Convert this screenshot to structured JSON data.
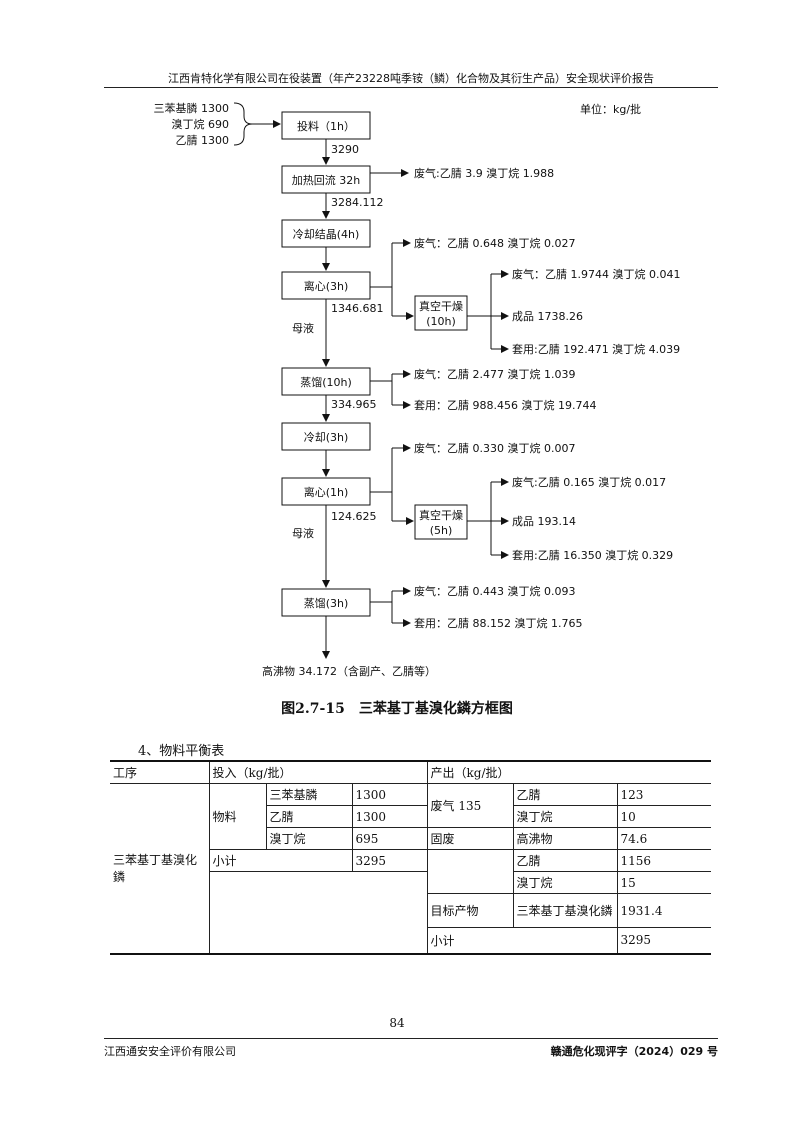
{
  "header": {
    "title": "江西肯特化学有限公司在役装置（年产23228吨季铵（鳞）化合物及其衍生产品）安全现状评价报告"
  },
  "flow": {
    "inputs": [
      "三苯基膦 1300",
      "溴丁烷 690",
      "乙腈 1300"
    ],
    "unit": "单位：kg/批",
    "boxes": {
      "feed": "投料（1h）",
      "reflux": "加热回流 32h",
      "cool1": "冷却结晶(4h)",
      "cent1": "离心(3h)",
      "vac1_l1": "真空干燥",
      "vac1_l2": "(10h)",
      "dist1": "蒸馏(10h)",
      "cool2": "冷却(3h)",
      "cent2": "离心(1h)",
      "vac2_l1": "真空干燥",
      "vac2_l2": "(5h)",
      "dist2": "蒸馏(3h)"
    },
    "flows": {
      "f1": "3290",
      "f2": "3284.112",
      "f3": "1346.681",
      "f4": "334.965",
      "f5": "124.625",
      "mother1": "母液",
      "mother2": "母液"
    },
    "outputs": {
      "reflux_gas": "废气:乙腈 3.9 溴丁烷 1.988",
      "cent1_gas": "废气：乙腈 0.648 溴丁烷 0.027",
      "vac1_gas": "废气：乙腈 1.9744 溴丁烷 0.041",
      "vac1_prod": "成品 1738.26",
      "vac1_reuse": "套用:乙腈 192.471 溴丁烷 4.039",
      "dist1_gas": "废气：乙腈 2.477 溴丁烷 1.039",
      "dist1_reuse": "套用：乙腈 988.456 溴丁烷 19.744",
      "cent2_gas": "废气：乙腈 0.330 溴丁烷 0.007",
      "vac2_gas": "废气:乙腈 0.165 溴丁烷 0.017",
      "vac2_prod": "成品 193.14",
      "vac2_reuse": "套用:乙腈 16.350 溴丁烷 0.329",
      "dist2_gas": "废气：乙腈 0.443 溴丁烷 0.093",
      "dist2_reuse": "套用：乙腈 88.152 溴丁烷 1.765",
      "residue": "高沸物 34.172（含副产、乙腈等）"
    }
  },
  "figure_caption": "图2.7-15　三苯基丁基溴化鏻方框图",
  "section_title": "4、物料平衡表",
  "table": {
    "h_process": "工序",
    "h_input": "投入（kg/批）",
    "h_output": "产出（kg/批）",
    "process": "三苯基丁基溴化鏻",
    "material": "物料",
    "in1_name": "三苯基膦",
    "in1_val": "1300",
    "in2_name": "乙腈",
    "in2_val": "1300",
    "in3_name": "溴丁烷",
    "in3_val": "695",
    "subtotal_in_label": "小计",
    "subtotal_in_val": "3295",
    "gas_label": "废气 135",
    "out1_name": "乙腈",
    "out1_val": "123",
    "out2_name": "溴丁烷",
    "out2_val": "10",
    "solid_label": "固废",
    "out3_name": "高沸物",
    "out3_val": "74.6",
    "out4_name": "乙腈",
    "out4_val": "1156",
    "out5_name": "溴丁烷",
    "out5_val": "15",
    "target_label": "目标产物",
    "out6_name": "三苯基丁基溴化鏻",
    "out6_val": "1931.4",
    "subtotal_out_label": "小计",
    "subtotal_out_val": "3295"
  },
  "page_number": "84",
  "footer": {
    "left": "江西通安安全评价有限公司",
    "right": "赣通危化现评字（2024）029 号"
  }
}
